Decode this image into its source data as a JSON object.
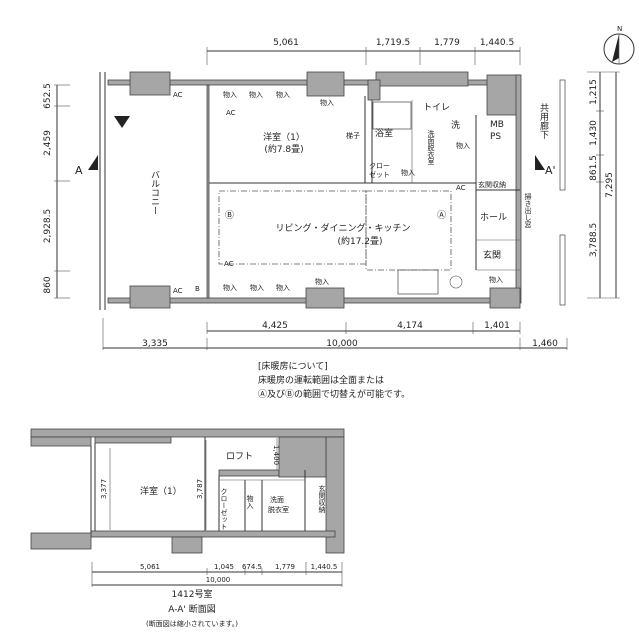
{
  "plan": {
    "top_dims": [
      "5,061",
      "1,719.5",
      "1,779",
      "1,440.5"
    ],
    "bottom_dims_row1": [
      "4,425",
      "4,174",
      "1,401"
    ],
    "bottom_dims_row2": [
      "3,335",
      "10,000",
      "1,460"
    ],
    "left_dims": [
      "652.5",
      "2,459",
      "2,928.5",
      "860"
    ],
    "right_dims": [
      "1,215",
      "1,430",
      "861.5",
      "3,788.5"
    ],
    "right_total": "7,295",
    "section_markers": [
      "A",
      "A'"
    ],
    "compass_label": "N",
    "rooms": {
      "bedroom": "洋室（1）",
      "bedroom_size": "(約7.8畳)",
      "ldk": "リビング・ダイニング・キッチン",
      "ldk_size": "(約17.2畳)",
      "balcony": "バルコニー",
      "bath": "浴室",
      "toilet": "トイレ",
      "washroom": "洗面脱衣室",
      "washer": "洗",
      "mbps_1": "MB",
      "mbps_2": "PS",
      "corridor": "共用廊下",
      "hall": "ホール",
      "entrance": "玄関",
      "shoe_storage": "玄関収納",
      "window": "掃き出し窓",
      "ladder": "梯子",
      "closet_1": "クロー",
      "closet_2": "ゼット",
      "storage": "物入",
      "ac": "AC",
      "zone_a": "Ⓐ",
      "zone_b": "Ⓑ",
      "b_box": "B"
    },
    "note": {
      "title": "[床暖房について]",
      "line1": "床暖房の運転範囲は全面または",
      "line2": "Ⓐ及びⒷの範囲で切替えが可能です。"
    }
  },
  "section": {
    "bedroom": "洋室（1）",
    "loft": "ロフト",
    "loft_height": "1,400",
    "height_1": "3,377",
    "height_2": "3,787",
    "closet": "クローゼット",
    "storage": "物入",
    "washroom_1": "洗面",
    "washroom_2": "脱衣室",
    "shoe_storage": "玄関収納",
    "dims": [
      "5,061",
      "1,045",
      "674.5",
      "1,779",
      "1,440.5"
    ],
    "total": "10,000",
    "unit": "1412号室",
    "title": "A-A' 断面図",
    "caption": "(断面図は縮小されています。)"
  }
}
